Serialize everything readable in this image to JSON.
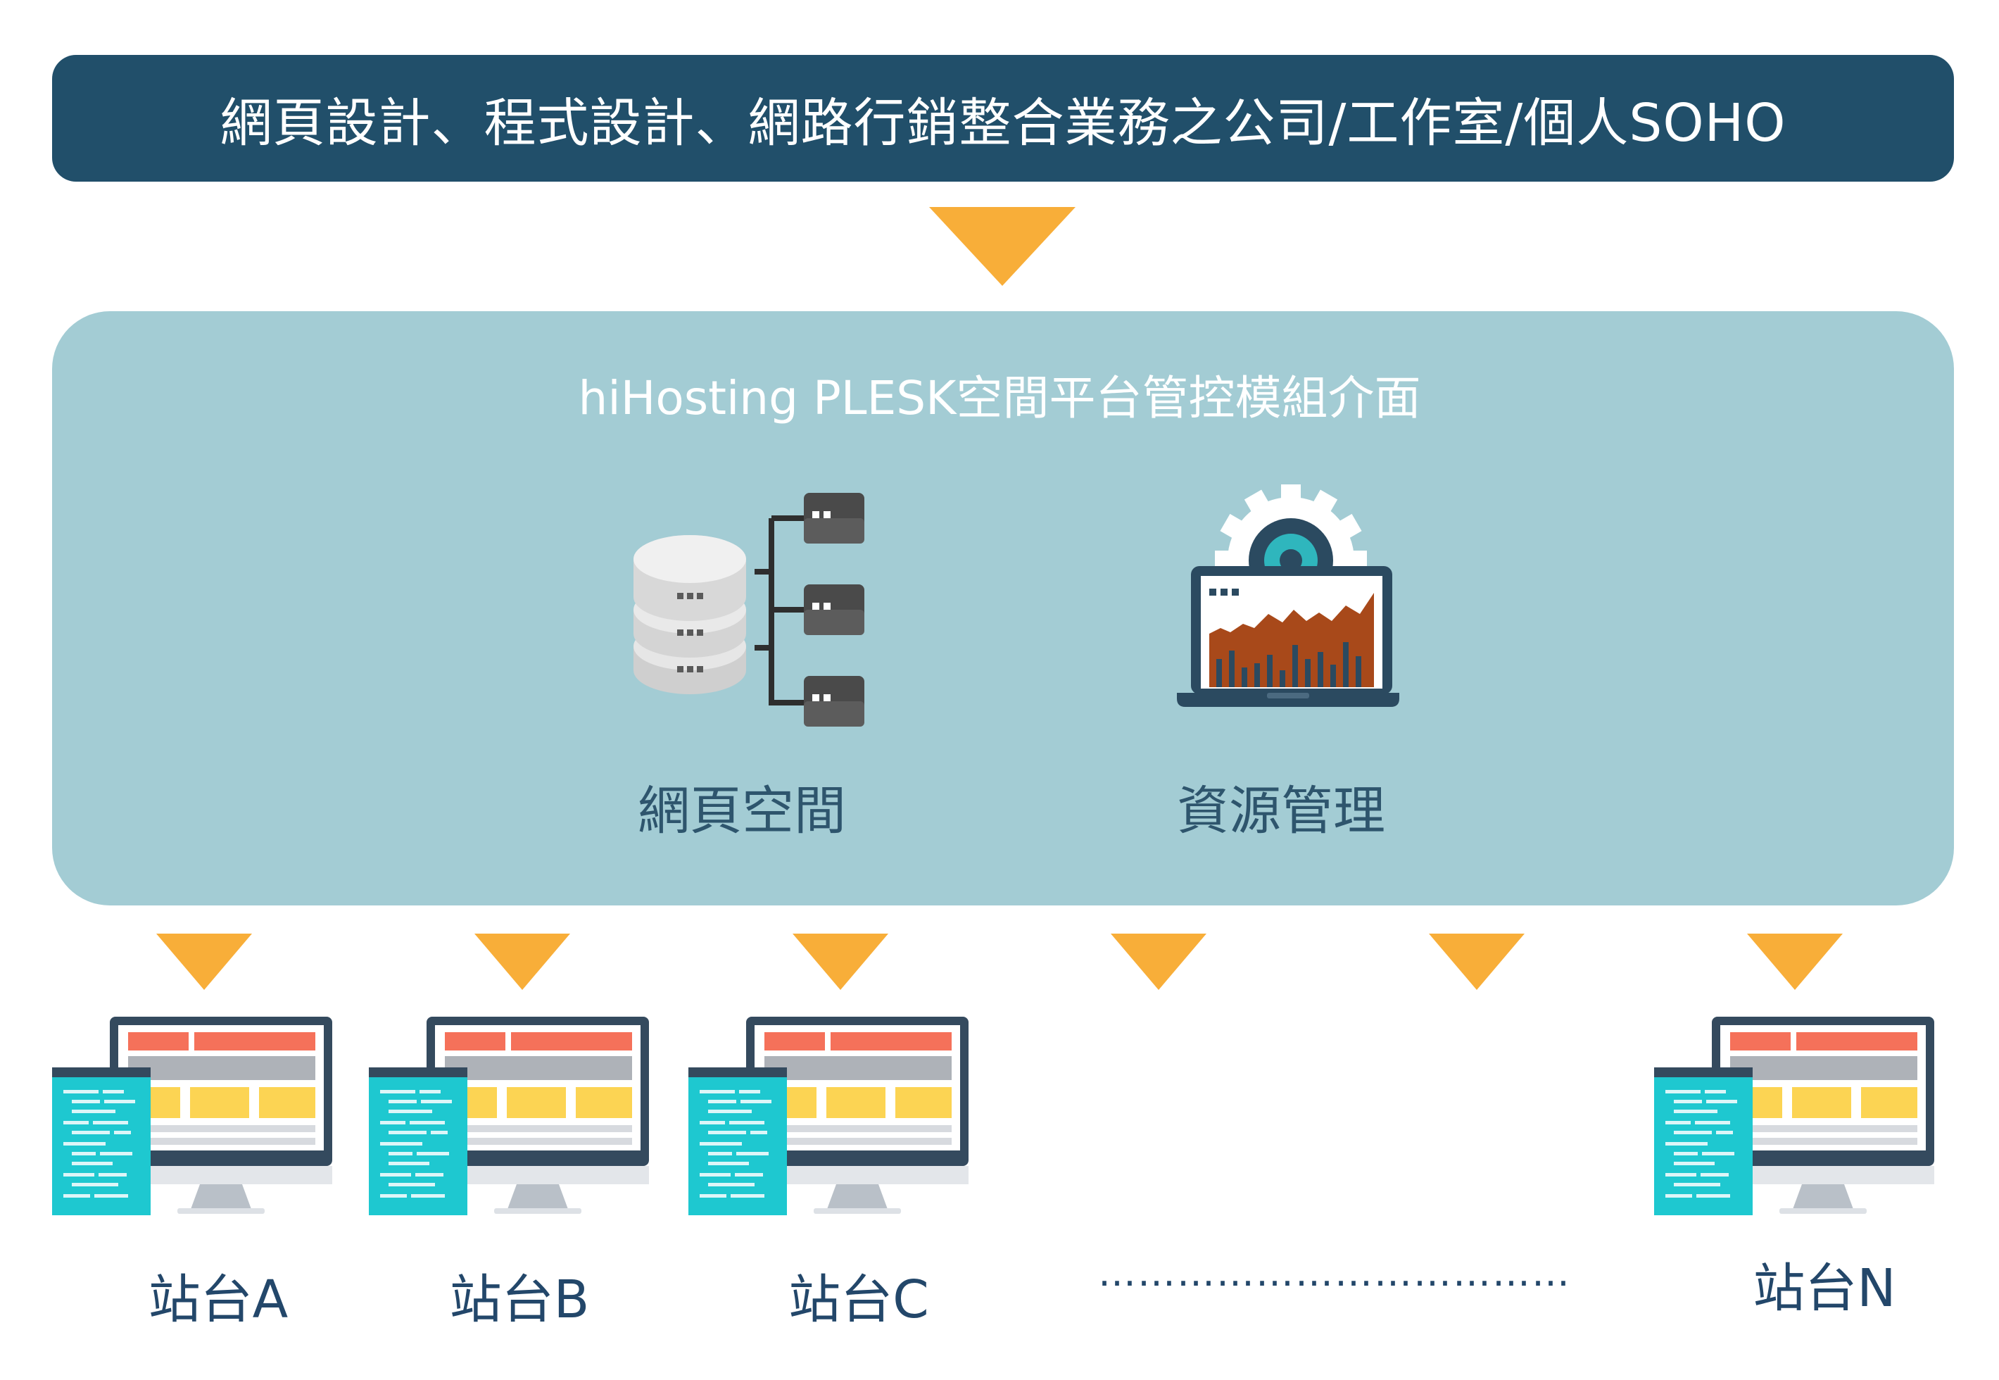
{
  "banner": {
    "title": "網頁設計、程式設計、網路行銷整合業務之公司/工作室/個人SOHO"
  },
  "platform": {
    "title": "hiHosting PLESK空間平台管控模組介面",
    "features": [
      {
        "label": "網頁空間",
        "icon": "database-server-icon"
      },
      {
        "label": "資源管理",
        "icon": "laptop-analytics-gear-icon"
      }
    ]
  },
  "sites": [
    {
      "label": "站台A"
    },
    {
      "label": "站台B"
    },
    {
      "label": "站台C"
    },
    {
      "label": "站台N"
    }
  ],
  "ellipsis": "…………………………………",
  "colors": {
    "banner": "#214f6a",
    "panel": "#a3ccd4",
    "arrow": "#f8ae39",
    "monitor_frame": "#344a5e",
    "code_panel": "#1ec8d0",
    "layout_red": "#f5715a",
    "layout_yellow": "#fcd453",
    "chart_orange": "#a8491a"
  }
}
